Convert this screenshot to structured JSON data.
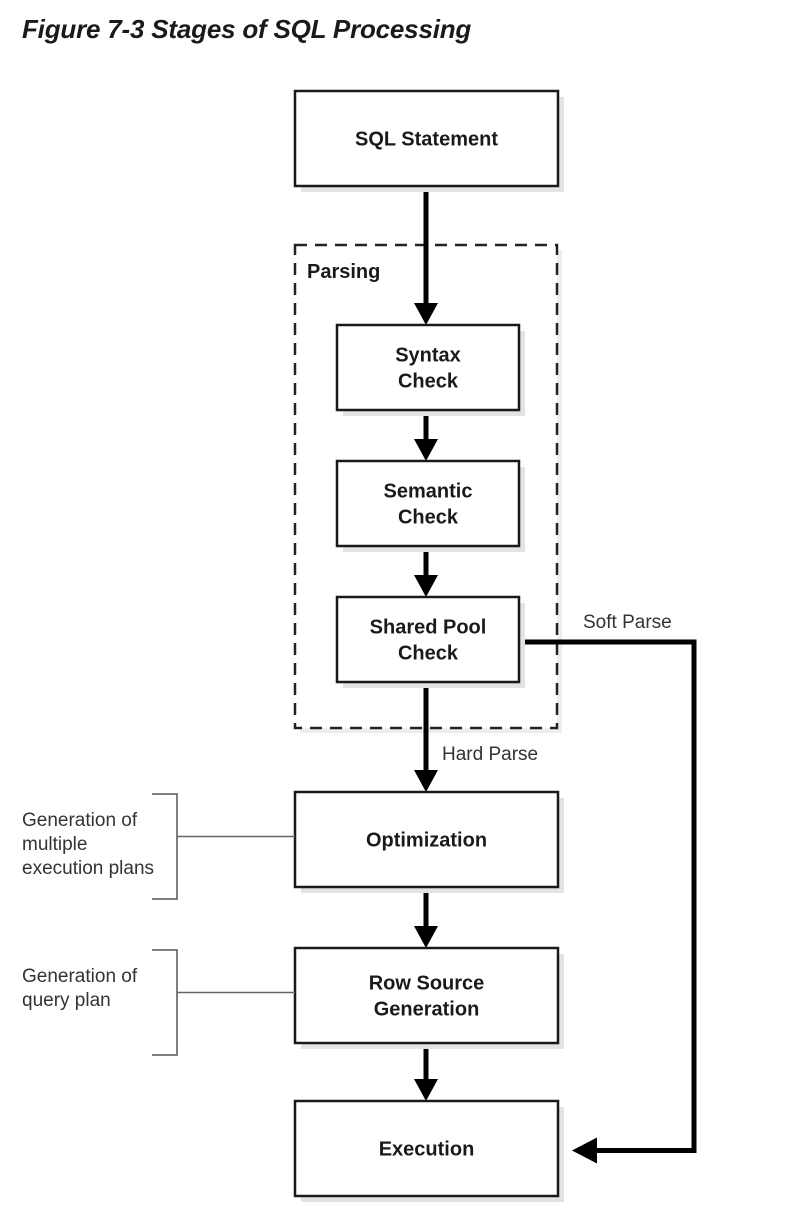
{
  "title": "Figure 7-3 Stages of SQL Processing",
  "diagram": {
    "nodes": [
      {
        "id": "sql-statement",
        "lines": [
          "SQL Statement"
        ]
      },
      {
        "id": "syntax-check",
        "lines": [
          "Syntax",
          "Check"
        ]
      },
      {
        "id": "semantic-check",
        "lines": [
          "Semantic",
          "Check"
        ]
      },
      {
        "id": "shared-pool-check",
        "lines": [
          "Shared Pool",
          "Check"
        ]
      },
      {
        "id": "optimization",
        "lines": [
          "Optimization"
        ]
      },
      {
        "id": "row-source-generation",
        "lines": [
          "Row Source",
          "Generation"
        ]
      },
      {
        "id": "execution",
        "lines": [
          "Execution"
        ]
      }
    ],
    "group": {
      "label": "Parsing",
      "contains": [
        "syntax-check",
        "semantic-check",
        "shared-pool-check"
      ]
    },
    "edges": [
      {
        "from": "sql-statement",
        "to": "syntax-check",
        "label": ""
      },
      {
        "from": "syntax-check",
        "to": "semantic-check",
        "label": ""
      },
      {
        "from": "semantic-check",
        "to": "shared-pool-check",
        "label": ""
      },
      {
        "from": "shared-pool-check",
        "to": "optimization",
        "label": "Hard Parse"
      },
      {
        "from": "shared-pool-check",
        "to": "execution",
        "label": "Soft Parse"
      },
      {
        "from": "optimization",
        "to": "row-source-generation",
        "label": ""
      },
      {
        "from": "row-source-generation",
        "to": "execution",
        "label": ""
      }
    ],
    "annotations": [
      {
        "target": "optimization",
        "lines": [
          "Generation of",
          "multiple",
          "execution plans"
        ]
      },
      {
        "target": "row-source-generation",
        "lines": [
          "Generation of",
          "query plan"
        ]
      }
    ]
  }
}
